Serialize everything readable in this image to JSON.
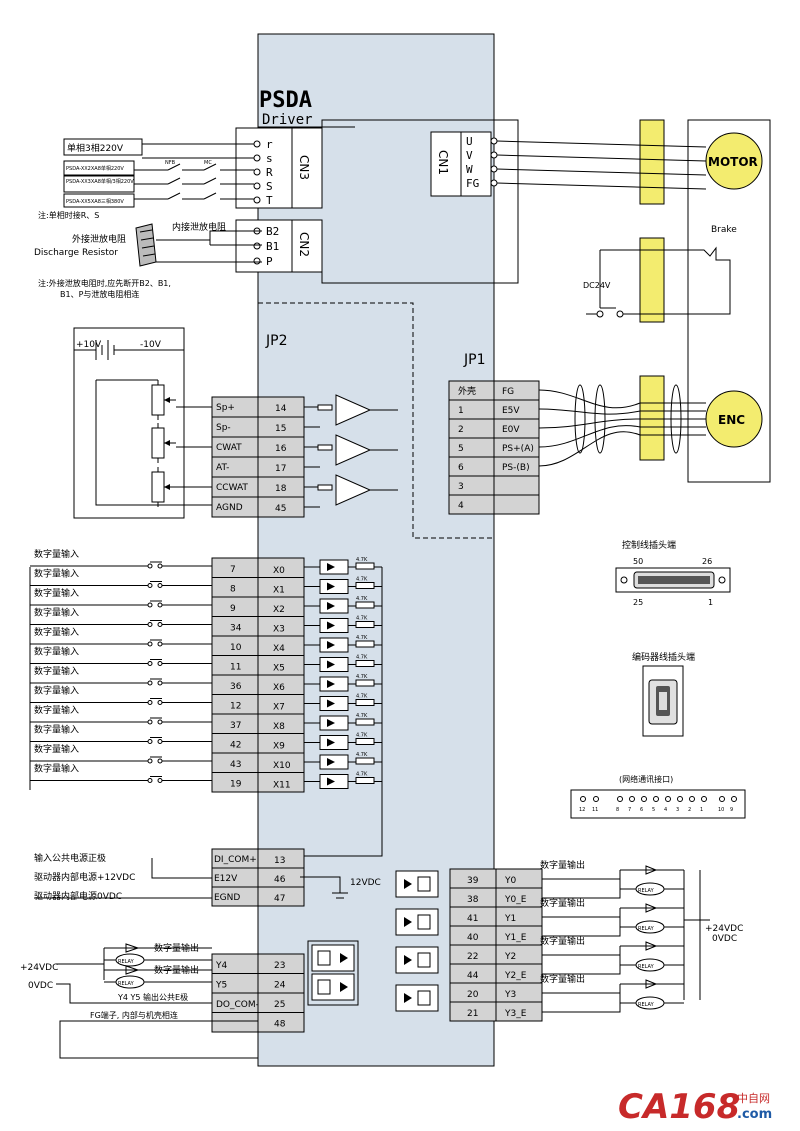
{
  "title": "PSDA",
  "subtitle": "Driver",
  "cn3": {
    "label": "CN3",
    "pins": [
      "r",
      "s",
      "R",
      "S",
      "T"
    ]
  },
  "cn2": {
    "label": "CN2",
    "pins": [
      "B2",
      "B1",
      "P"
    ]
  },
  "cn1": {
    "label": "CN1",
    "pins": [
      "U",
      "V",
      "W",
      "FG"
    ]
  },
  "power_labels": {
    "single": "单相3相220V",
    "opt1": "PSDA-XX2XA8单相220V",
    "opt2": "PSDA-XX3XA8单相/3相220V",
    "opt3": "PSDA-XX5XA8三相380V",
    "nfb": "NFB",
    "mc": "MC",
    "note1": "注:单相时接R、S",
    "internal_res": "内接泄放电阻",
    "ext_res_cn": "外接泄放电阻",
    "ext_res_en": "Discharge Resistor",
    "note2a": "注:外接泄放电阻时,应先断开B2、B1,",
    "note2b": "B1、P与泄放电阻相连"
  },
  "motor": "MOTOR",
  "brake": "Brake",
  "dc24v": "DC24V",
  "enc": "ENC",
  "jp2": {
    "label": "JP2",
    "plus10": "+10V",
    "minus10": "-10V",
    "rows": [
      {
        "name": "Sp+",
        "pin": "14"
      },
      {
        "name": "Sp-",
        "pin": "15"
      },
      {
        "name": "CWAT",
        "pin": "16"
      },
      {
        "name": "AT-",
        "pin": "17"
      },
      {
        "name": "CCWAT",
        "pin": "18"
      },
      {
        "name": "AGND",
        "pin": "45"
      }
    ]
  },
  "jp1": {
    "label": "JP1",
    "rows": [
      {
        "a": "外壳",
        "b": "FG"
      },
      {
        "a": "1",
        "b": "E5V"
      },
      {
        "a": "2",
        "b": "E0V"
      },
      {
        "a": "5",
        "b": "PS+(A)"
      },
      {
        "a": "6",
        "b": "PS-(B)"
      },
      {
        "a": "3",
        "b": ""
      },
      {
        "a": "4",
        "b": ""
      }
    ]
  },
  "digital_input_label": "数字量输入",
  "resistor_label": "4.7K",
  "inputs": [
    {
      "pin": "7",
      "name": "X0"
    },
    {
      "pin": "8",
      "name": "X1"
    },
    {
      "pin": "9",
      "name": "X2"
    },
    {
      "pin": "34",
      "name": "X3"
    },
    {
      "pin": "10",
      "name": "X4"
    },
    {
      "pin": "11",
      "name": "X5"
    },
    {
      "pin": "36",
      "name": "X6"
    },
    {
      "pin": "12",
      "name": "X7"
    },
    {
      "pin": "37",
      "name": "X8"
    },
    {
      "pin": "42",
      "name": "X9"
    },
    {
      "pin": "43",
      "name": "X10"
    },
    {
      "pin": "19",
      "name": "X11"
    }
  ],
  "control_connector": {
    "title": "控制线插头端",
    "p50": "50",
    "p26": "26",
    "p25": "25",
    "p1": "1"
  },
  "encoder_connector": {
    "title": "编码器线插头端"
  },
  "network": {
    "title": "(网络通讯接口)",
    "labels": [
      "12",
      "11",
      "8",
      "7",
      "6",
      "5",
      "4",
      "3",
      "2",
      "1",
      "10",
      "9"
    ]
  },
  "power_rows": [
    {
      "desc": "输入公共电源正极",
      "name": "DI_COM+",
      "pin": "13"
    },
    {
      "desc": "驱动器内部电源+12VDC",
      "name": "E12V",
      "pin": "46"
    },
    {
      "desc": "驱动器内部电源0VDC",
      "name": "EGND",
      "pin": "47"
    }
  ],
  "v12": "12VDC",
  "right_outputs": [
    {
      "pin": "39",
      "name": "Y0"
    },
    {
      "pin": "38",
      "name": "Y0_E"
    },
    {
      "pin": "41",
      "name": "Y1"
    },
    {
      "pin": "40",
      "name": "Y1_E"
    },
    {
      "pin": "22",
      "name": "Y2"
    },
    {
      "pin": "44",
      "name": "Y2_E"
    },
    {
      "pin": "20",
      "name": "Y3"
    },
    {
      "pin": "21",
      "name": "Y3_E"
    }
  ],
  "digital_output_label": "数字量输出",
  "relay": "RELAY",
  "plus24": "+24VDC",
  "zero_v": "0VDC",
  "left_outputs": [
    {
      "name": "Y4",
      "pin": "23"
    },
    {
      "name": "Y5",
      "pin": "24"
    },
    {
      "name": "DO_COM-",
      "pin": "25"
    },
    {
      "name": "",
      "pin": "48"
    }
  ],
  "y45_common": "Y4 Y5 输出公共E极",
  "fg_note": "FG端子, 内部与机壳相连",
  "watermark": {
    "main": "CA168",
    "cn": "中自网",
    "url": ".com"
  }
}
